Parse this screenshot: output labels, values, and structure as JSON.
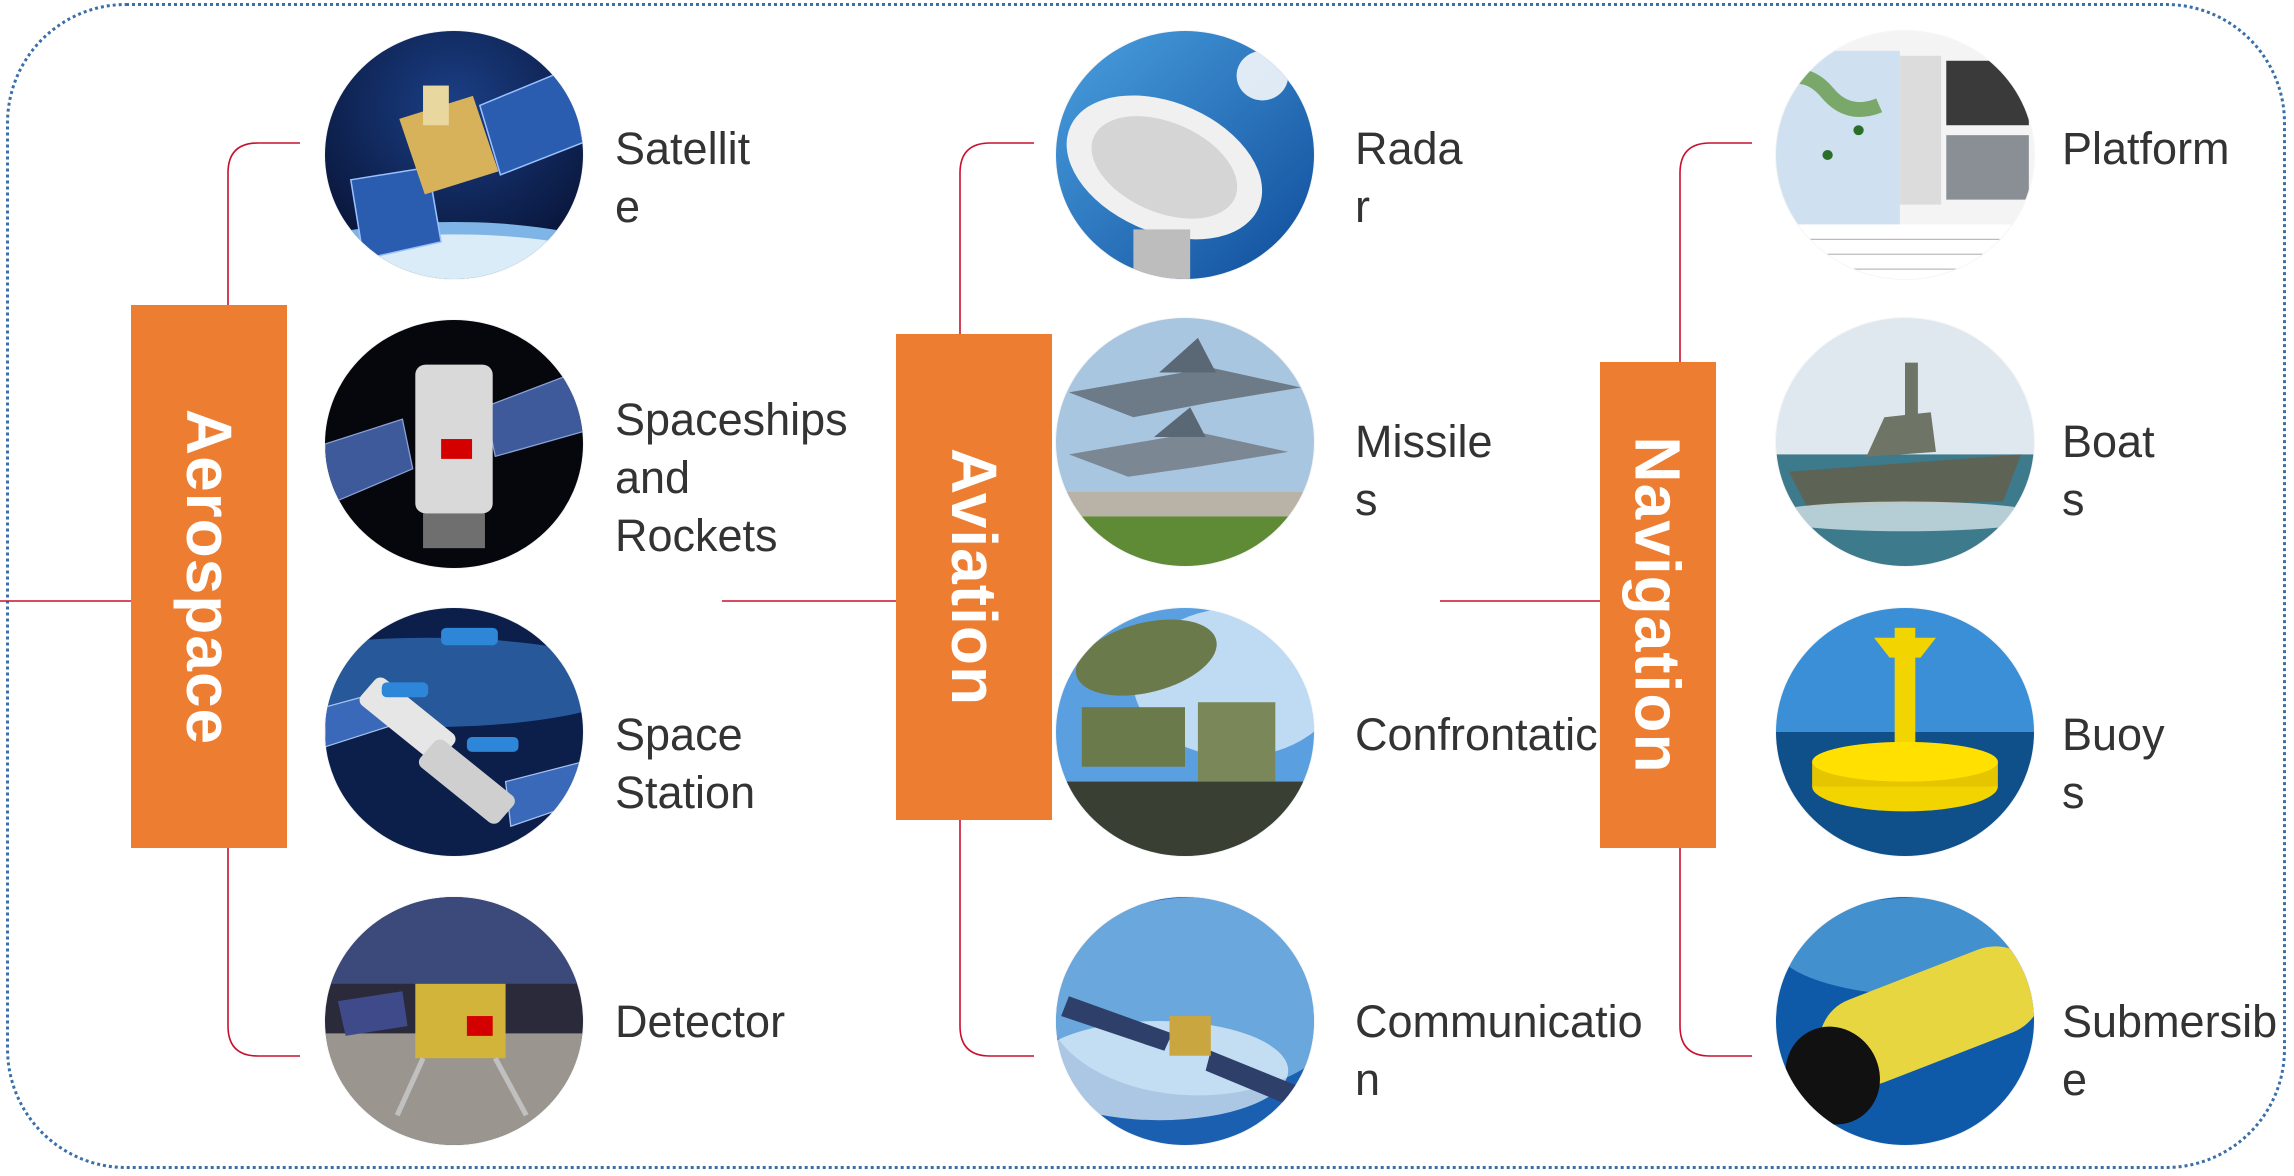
{
  "colors": {
    "accent": "#ed7d31",
    "connector": "#c8102e",
    "frame": "#3a6fa8",
    "label_text": "#333333"
  },
  "categories": [
    {
      "name": "Aerospace",
      "items": [
        {
          "label": "Satellit\ne",
          "icon": "satellite-image"
        },
        {
          "label": "Spaceships\nand\nRockets",
          "icon": "spaceship-image"
        },
        {
          "label": "Space\nStation",
          "icon": "space-station-image"
        },
        {
          "label": "Detector",
          "icon": "lunar-detector-image"
        }
      ]
    },
    {
      "name": "Aviation",
      "items": [
        {
          "label": "Rada\nr",
          "icon": "radar-dish-image"
        },
        {
          "label": "Missile\ns",
          "icon": "fighter-jets-image"
        },
        {
          "label": "Confrontatic",
          "icon": "military-radar-image"
        },
        {
          "label": "Communicatio\nn",
          "icon": "communication-satellite-image"
        }
      ]
    },
    {
      "name": "Navigation",
      "items": [
        {
          "label": "Platform",
          "icon": "platform-software-screenshot-image"
        },
        {
          "label": "Boat\ns",
          "icon": "camouflage-boat-image"
        },
        {
          "label": "Buoy\ns",
          "icon": "yellow-buoy-image"
        },
        {
          "label": "Submersib\ne",
          "icon": "submersible-image"
        }
      ]
    }
  ]
}
